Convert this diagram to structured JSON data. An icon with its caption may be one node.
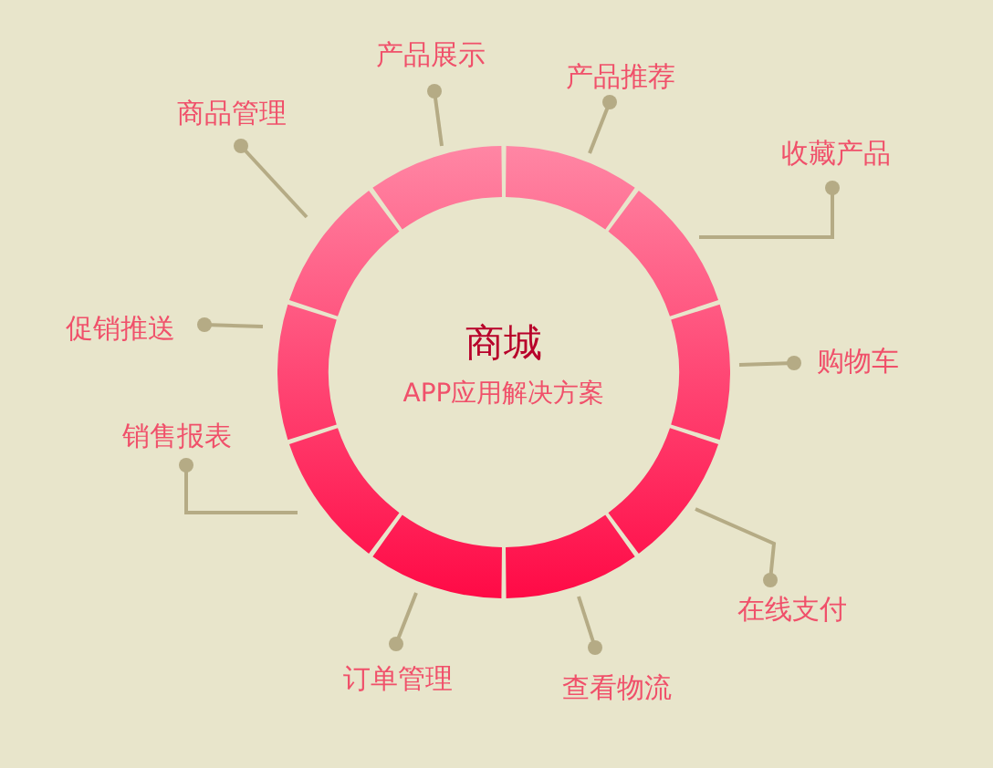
{
  "diagram": {
    "nodes": [
      {
        "text": [
          "商城",
          "APP应用解决方案"
        ]
      },
      {
        "text": [
          "产品展示"
        ]
      },
      {
        "text": [
          "产品推荐"
        ]
      },
      {
        "text": [
          "商品管理"
        ]
      },
      {
        "text": [
          "收藏产品"
        ]
      },
      {
        "text": [
          "促销推送"
        ]
      },
      {
        "text": [
          "购物车"
        ]
      },
      {
        "text": [
          "销售报表"
        ]
      },
      {
        "text": [
          "在线支付"
        ]
      },
      {
        "text": [
          "订单管理"
        ]
      },
      {
        "text": [
          "查看物流"
        ]
      }
    ],
    "edges": [
      {
        "from": 1,
        "to": 0,
        "arrow": "other"
      },
      {
        "from": 2,
        "to": 0,
        "arrow": "other"
      },
      {
        "from": 3,
        "to": 0,
        "arrow": "other"
      },
      {
        "from": 4,
        "to": 0,
        "arrow": "other"
      },
      {
        "from": 5,
        "to": 0,
        "arrow": "other"
      },
      {
        "from": 6,
        "to": 0,
        "arrow": "other"
      },
      {
        "from": 7,
        "to": 0,
        "arrow": "other"
      },
      {
        "from": 8,
        "to": 0,
        "arrow": "other"
      },
      {
        "from": 9,
        "to": 0,
        "arrow": "other"
      },
      {
        "from": 10,
        "to": 0,
        "arrow": "other"
      }
    ]
  }
}
